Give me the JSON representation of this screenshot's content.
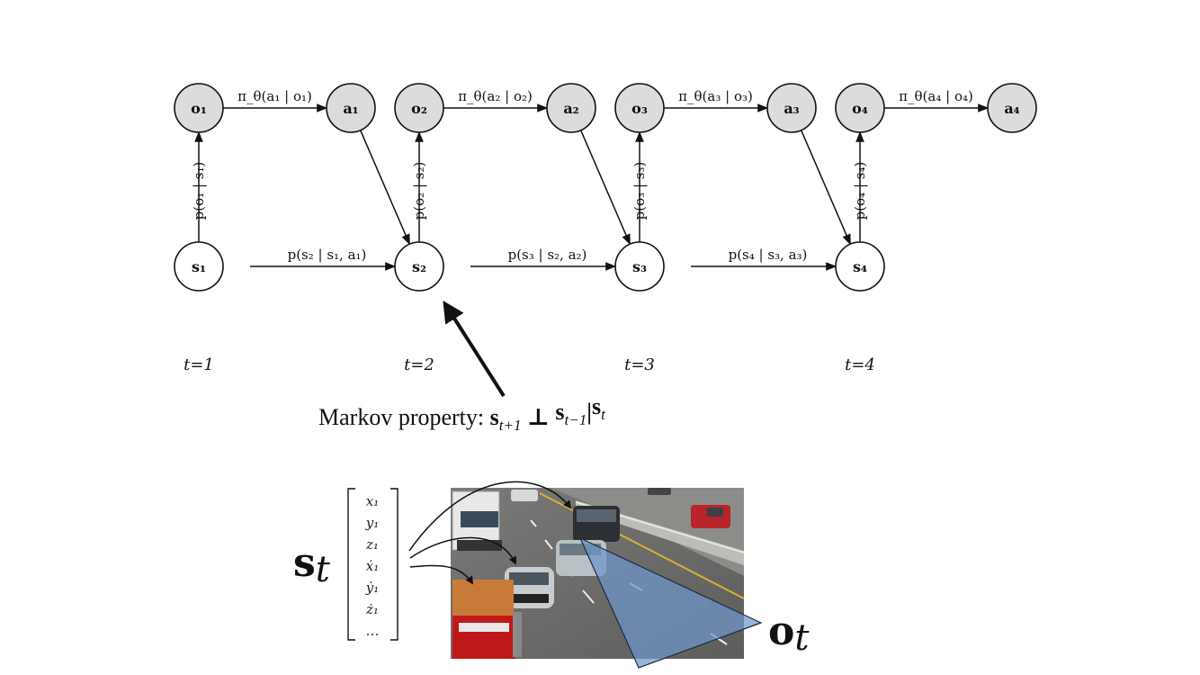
{
  "graph": {
    "steps": [
      {
        "o": "o₁",
        "a": "a₁",
        "s": "s₁",
        "t": "t=1",
        "policy": "π_θ(a₁ | o₁)",
        "emission": "p(o₁ | s₁)",
        "transition": ""
      },
      {
        "o": "o₂",
        "a": "a₂",
        "s": "s₂",
        "t": "t=2",
        "policy": "π_θ(a₂ | o₂)",
        "emission": "p(o₂ | s₂)",
        "transition": "p(s₂ | s₁, a₁)"
      },
      {
        "o": "o₃",
        "a": "a₃",
        "s": "s₃",
        "t": "t=3",
        "policy": "π_θ(a₃ | o₃)",
        "emission": "p(o₃ | s₃)",
        "transition": "p(s₃ | s₂, a₂)"
      },
      {
        "o": "o₄",
        "a": "a₄",
        "s": "s₄",
        "t": "t=4",
        "policy": "π_θ(a₄ | o₄)",
        "emission": "p(o₄ | s₄)",
        "transition": "p(s₄ | s₃, a₃)"
      }
    ]
  },
  "markov": {
    "prefix": "Markov property: ",
    "formula": "s_{t+1} ⊥ s_{t−1} | s_t"
  },
  "state": {
    "symbol": "s",
    "subscript": "t",
    "vector": [
      "x₁",
      "y₁",
      "z₁",
      "ẋ₁",
      "ẏ₁",
      "ż₁",
      "…"
    ]
  },
  "observation": {
    "symbol": "o",
    "subscript": "t"
  },
  "colors": {
    "observed_node": "#dcdcdc",
    "view_cone": "#6f95c9"
  }
}
